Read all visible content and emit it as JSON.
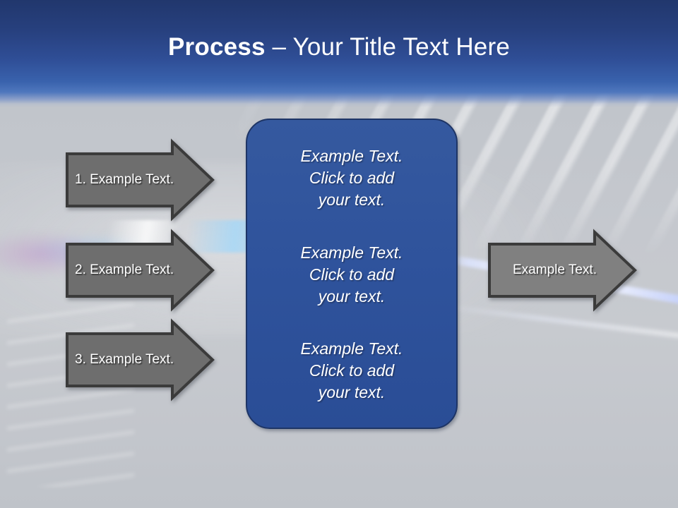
{
  "slide": {
    "title": {
      "bold_part": "Process",
      "rest": " – Your Title Text Here"
    },
    "colors": {
      "header_top": "#21376d",
      "header_bottom": "#4f77bd",
      "box_fill": "#2f539c",
      "box_border": "#1e3566",
      "arrow_fill": "#6e6e6e",
      "arrow_border": "#3b3b3b",
      "background": "#c3c7cd",
      "text_white": "#ffffff"
    },
    "center_box": {
      "paragraphs": [
        "Example Text.\nClick  to add\nyour text.",
        "Example Text.\nClick  to add\nyour text.",
        "Example Text.\nClick  to add\nyour text."
      ]
    },
    "left_arrows": [
      {
        "label": "1. Example Text."
      },
      {
        "label": "2. Example Text."
      },
      {
        "label": "3. Example Text."
      }
    ],
    "right_arrows": [
      {
        "label": "Example Text."
      }
    ]
  }
}
